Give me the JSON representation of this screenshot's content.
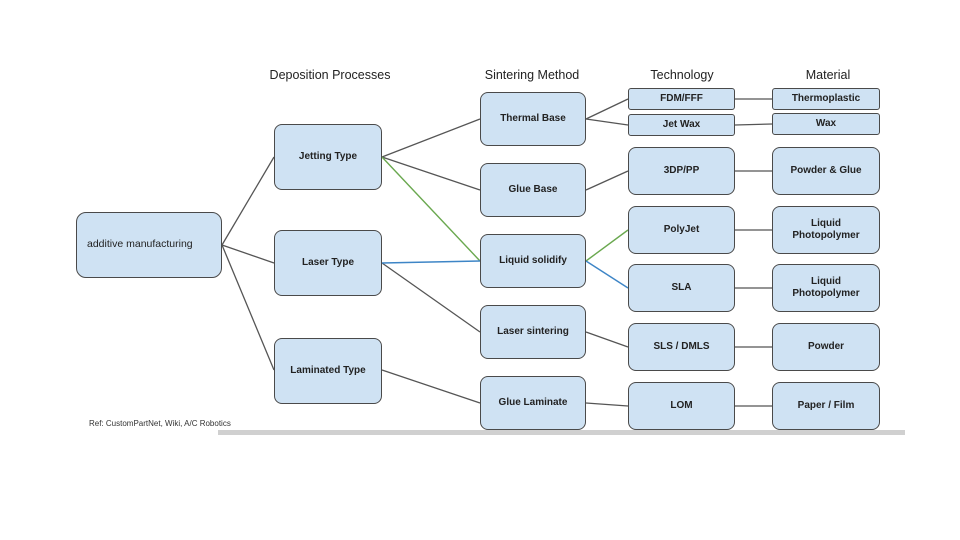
{
  "headers": {
    "deposition": "Deposition Processes",
    "sintering": "Sintering Method",
    "technology": "Technology",
    "material": "Material"
  },
  "root": {
    "label": "additive manufacturing"
  },
  "deposition": [
    {
      "label": "Jetting Type"
    },
    {
      "label": "Laser Type"
    },
    {
      "label": "Laminated Type"
    }
  ],
  "sintering": [
    {
      "label": "Thermal Base"
    },
    {
      "label": "Glue Base"
    },
    {
      "label": "Liquid solidify"
    },
    {
      "label": "Laser sintering"
    },
    {
      "label": "Glue Laminate"
    }
  ],
  "technology": [
    {
      "label": "FDM/FFF"
    },
    {
      "label": "Jet Wax"
    },
    {
      "label": "3DP/PP"
    },
    {
      "label": "PolyJet"
    },
    {
      "label": "SLA"
    },
    {
      "label": "SLS / DMLS"
    },
    {
      "label": "LOM"
    }
  ],
  "material": [
    {
      "label": "Thermoplastic"
    },
    {
      "label": "Wax"
    },
    {
      "label": "Powder & Glue"
    },
    {
      "label": "Liquid\nPhotopolymer"
    },
    {
      "label": "Liquid\nPhotopolymer"
    },
    {
      "label": "Powder"
    },
    {
      "label": "Paper / Film"
    }
  ],
  "colors": {
    "box_fill": "#cfe2f3",
    "box_border": "#4a4a4a",
    "link_default": "#555555",
    "link_jetting_liquid": "#6aa84f",
    "link_laser_liquid": "#3d85c6"
  },
  "reference": "Ref: CustomPartNet, Wiki, A/C Robotics"
}
